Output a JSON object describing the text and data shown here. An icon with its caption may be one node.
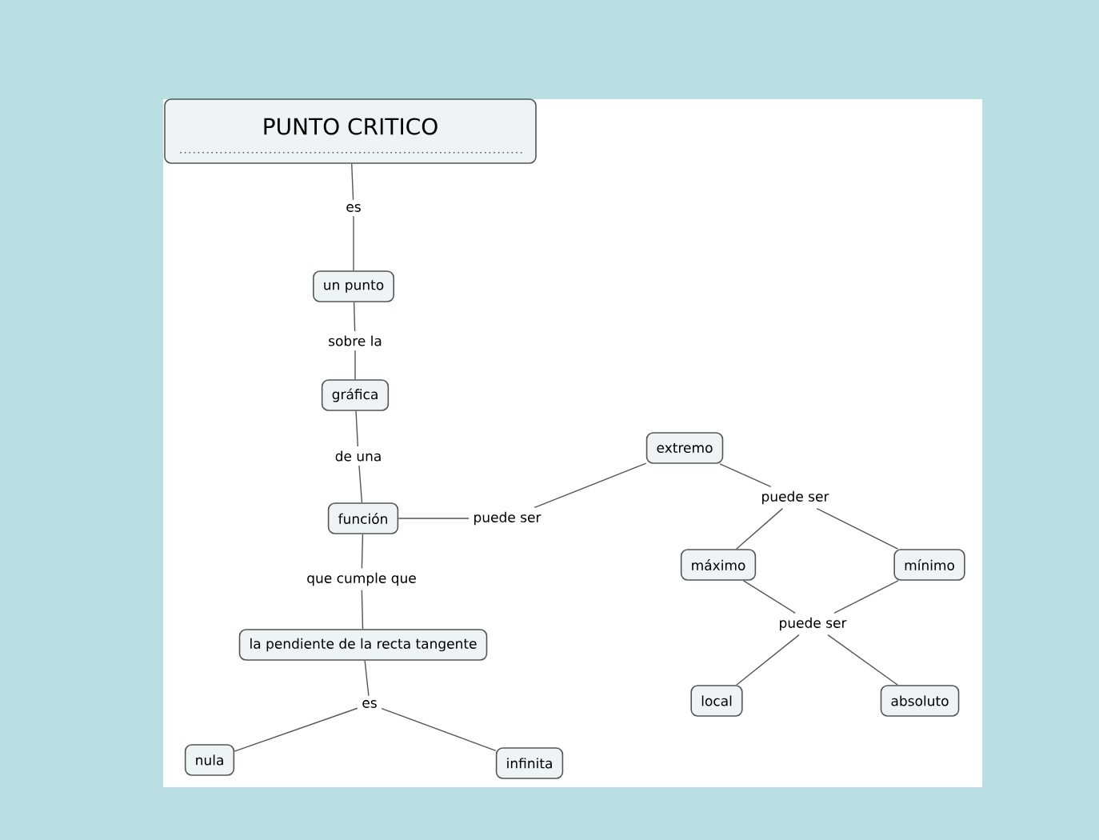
{
  "diagram": {
    "nodes": [
      {
        "text": [
          "PUNTO CRITICO"
        ]
      },
      {
        "text": [
          "es"
        ]
      },
      {
        "text": [
          "un punto"
        ]
      },
      {
        "text": [
          "sobre la"
        ]
      },
      {
        "text": [
          "gráfica"
        ]
      },
      {
        "text": [
          "de una"
        ]
      },
      {
        "text": [
          "extremo"
        ]
      },
      {
        "text": [
          "función"
        ]
      },
      {
        "text": [
          "puede ser"
        ]
      },
      {
        "text": [
          "puede ser"
        ]
      },
      {
        "text": [
          "máximo"
        ]
      },
      {
        "text": [
          "mínimo"
        ]
      },
      {
        "text": [
          "que cumple que"
        ]
      },
      {
        "text": [
          "puede ser"
        ]
      },
      {
        "text": [
          "la pendiente de la recta tangente"
        ]
      },
      {
        "text": [
          "es"
        ]
      },
      {
        "text": [
          "local"
        ]
      },
      {
        "text": [
          "absoluto"
        ]
      },
      {
        "text": [
          "nula"
        ]
      },
      {
        "text": [
          "infinita"
        ]
      }
    ],
    "edges": [
      {
        "from": 0,
        "to": 1,
        "arrow": "none"
      },
      {
        "from": 1,
        "to": 2,
        "arrow": "none"
      },
      {
        "from": 2,
        "to": 3,
        "arrow": "none"
      },
      {
        "from": 3,
        "to": 4,
        "arrow": "none"
      },
      {
        "from": 4,
        "to": 5,
        "arrow": "none"
      },
      {
        "from": 5,
        "to": 7,
        "arrow": "none"
      },
      {
        "from": 7,
        "to": 8,
        "arrow": "none"
      },
      {
        "from": 8,
        "to": 6,
        "arrow": "none"
      },
      {
        "from": 6,
        "to": 9,
        "arrow": "none"
      },
      {
        "from": 9,
        "to": 10,
        "arrow": "none"
      },
      {
        "from": 9,
        "to": 11,
        "arrow": "none"
      },
      {
        "from": 10,
        "to": 13,
        "arrow": "none"
      },
      {
        "from": 11,
        "to": 13,
        "arrow": "none"
      },
      {
        "from": 13,
        "to": 16,
        "arrow": "none"
      },
      {
        "from": 13,
        "to": 17,
        "arrow": "none"
      },
      {
        "from": 7,
        "to": 12,
        "arrow": "none"
      },
      {
        "from": 12,
        "to": 14,
        "arrow": "none"
      },
      {
        "from": 14,
        "to": 15,
        "arrow": "none"
      },
      {
        "from": 15,
        "to": 18,
        "arrow": "none"
      },
      {
        "from": 15,
        "to": 19,
        "arrow": "none"
      }
    ]
  }
}
